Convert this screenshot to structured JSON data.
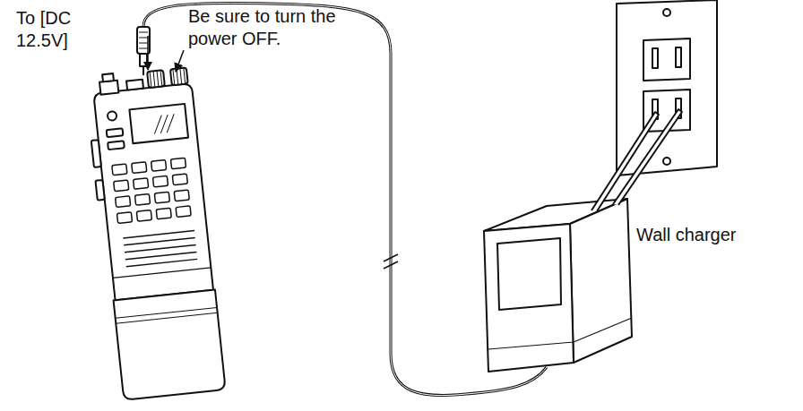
{
  "diagram": {
    "labels": [
      "To [DC 12.5V]",
      "Be sure to turn the power OFF.",
      "Wall charger"
    ]
  }
}
